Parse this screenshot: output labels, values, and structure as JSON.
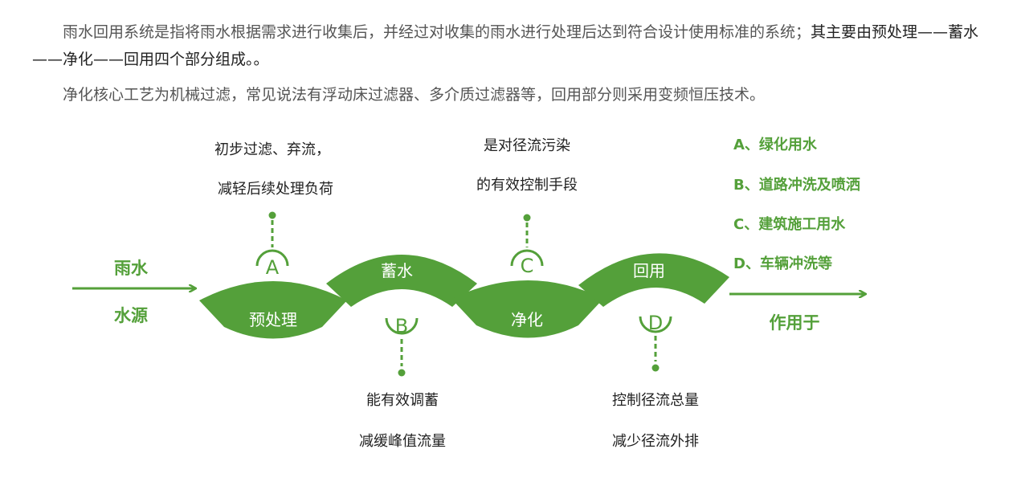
{
  "intro": {
    "paragraph1_a": "雨水回用系统是指将雨水根据需求进行收集后，并经过对收集的雨水进行处理后达到符合设计使用标准的系统；",
    "paragraph1_b": "其主要由预处理——蓄水——净化——回用四个部分组成。。",
    "paragraph2": "净化核心工艺为机械过滤，常见说法有浮动床过滤器、多介质过滤器等，回用部分则采用变频恒压技术。"
  },
  "colors": {
    "green": "#54a03a",
    "dark_text": "#222222",
    "body_text": "#555555"
  },
  "diagram": {
    "source_label_top": "雨水",
    "source_label_bottom": "水源",
    "stages": [
      {
        "label": "预处理"
      },
      {
        "label": "蓄水"
      },
      {
        "label": "净化"
      },
      {
        "label": "回用"
      }
    ],
    "markers": [
      {
        "letter": "A",
        "lines": [
          "初步过滤、弃流，",
          "减轻后续处理负荷"
        ]
      },
      {
        "letter": "B",
        "lines": [
          "能有效调蓄",
          "减缓峰值流量"
        ]
      },
      {
        "letter": "C",
        "lines": [
          "是对径流污染",
          "的有效控制手段"
        ]
      },
      {
        "letter": "D",
        "lines": [
          "控制径流总量",
          "减少径流外排"
        ]
      }
    ],
    "uses": [
      "A、绿化用水",
      "B、道路冲洗及喷洒",
      "C、建筑施工用水",
      "D、车辆冲洗等"
    ],
    "uses_label": "作用于"
  }
}
